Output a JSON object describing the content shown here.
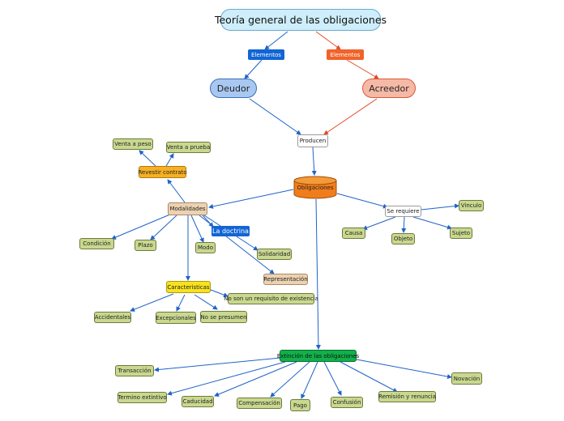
{
  "title": "Teoría general de las obligaciones",
  "tag_left": "Elementos",
  "tag_right": "Elementos",
  "deudor": "Deudor",
  "acreedor": "Acreedor",
  "producen": "Producen",
  "obligaciones": "Obligaciones",
  "modalidades": "Modalidades",
  "revestir": "Revestir contrato",
  "venta_peso": "Venta a peso",
  "venta_prueba": "Venta a prueba",
  "condicion": "Condición",
  "plazo": "Plazo",
  "modo": "Modo",
  "la_doctrina": "La doctrina",
  "solidaridad": "Solidaridad",
  "representacion": "Representación",
  "caracteristicas": "Caracteristicas",
  "no_requisito": "No son un requisito de existencia",
  "accidentales": "Accidentales",
  "excepcionales": "Excepcionales",
  "no_presumen": "No se presumen",
  "se_requiere": "Se requiere",
  "vinculo": "Vinculo",
  "causa": "Causa",
  "objeto": "Objeto",
  "sujeto": "Sujeto",
  "extincion": "Extinción de las obligaciones",
  "transaccion": "Transacción",
  "termino": "Termino extintivo",
  "caducidad": "Caducidad",
  "compensacion": "Compensación",
  "pago": "Pago",
  "confusion": "Confusión",
  "remision": "Remisión y renuncia",
  "novacion": "Novación",
  "colors": {
    "link_blue": "#1f63c8",
    "link_red": "#e5492a",
    "olive": "#c9d88f",
    "title_bg": "#cdeefa"
  }
}
